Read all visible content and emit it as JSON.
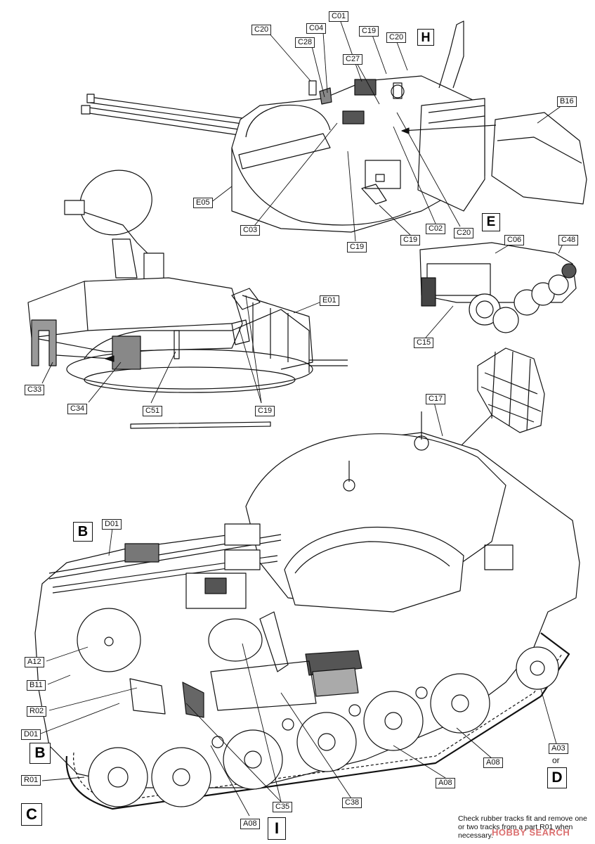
{
  "labels": {
    "c20a": "C20",
    "c28": "C28",
    "c04": "C04",
    "c01": "C01",
    "c27": "C27",
    "c19a": "C19",
    "c20b": "C20",
    "b16": "B16",
    "e05": "E05",
    "c03": "C03",
    "c19b": "C19",
    "c19c": "C19",
    "c02": "C02",
    "c20c": "C20",
    "c06": "C06",
    "c48": "C48",
    "c15": "C15",
    "e01": "E01",
    "c33": "C33",
    "c34": "C34",
    "c51": "C51",
    "c19d": "C19",
    "c17": "C17",
    "d01a": "D01",
    "a12": "A12",
    "b11": "B11",
    "r02": "R02",
    "d01b": "D01",
    "r01": "R01",
    "a03": "A03",
    "a08a": "A08",
    "a08b": "A08",
    "c38": "C38",
    "c35": "C35",
    "a08c": "A08"
  },
  "big_labels": {
    "h": "H",
    "e": "E",
    "b_top": "B",
    "b_bottom": "B",
    "c": "C",
    "i": "I",
    "d": "D"
  },
  "or_text": "or",
  "note": "Check rubber tracks fit and remove one or two tracks from a part R01 when necessary.",
  "watermark": "HOBBY SEARCH",
  "colors": {
    "line": "#111111",
    "gray": "#9a9a9a",
    "dark": "#505050",
    "fill": "#ffffff"
  }
}
